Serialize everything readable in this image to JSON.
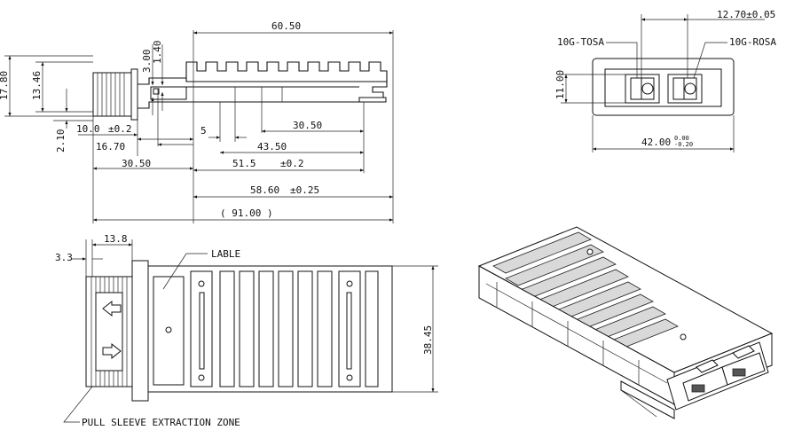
{
  "side_view": {
    "dims": {
      "top_len": "60.50",
      "h_total": "17.80",
      "h_inner": "13.46",
      "h_fin1": "3.00",
      "h_fin2": "1.40",
      "bottom_off": "2.10",
      "d10": "10.0",
      "tol_02a": "±0.2",
      "d1670": "16.70",
      "d5": "5",
      "d3050a": "30.50",
      "d4350": "43.50",
      "d515": "51.5",
      "tol_02b": "±0.2",
      "d3050b": "30.50",
      "d5860": "58.60",
      "tol_025": "±0.25",
      "overall": "( 91.00 )"
    }
  },
  "front_view": {
    "pitch": "12.70±0.05",
    "tosa_label": "10G-TOSA",
    "rosa_label": "10G-ROSA",
    "height": "11.00",
    "width": "42.00",
    "width_tol_upper": "0.00",
    "width_tol_lower": "-0.20"
  },
  "top_view": {
    "d33": "3.3",
    "d138": "13.8",
    "width": "38.45",
    "lable": "LABLE",
    "pull_zone": "PULL SLEEVE EXTRACTION ZONE"
  }
}
